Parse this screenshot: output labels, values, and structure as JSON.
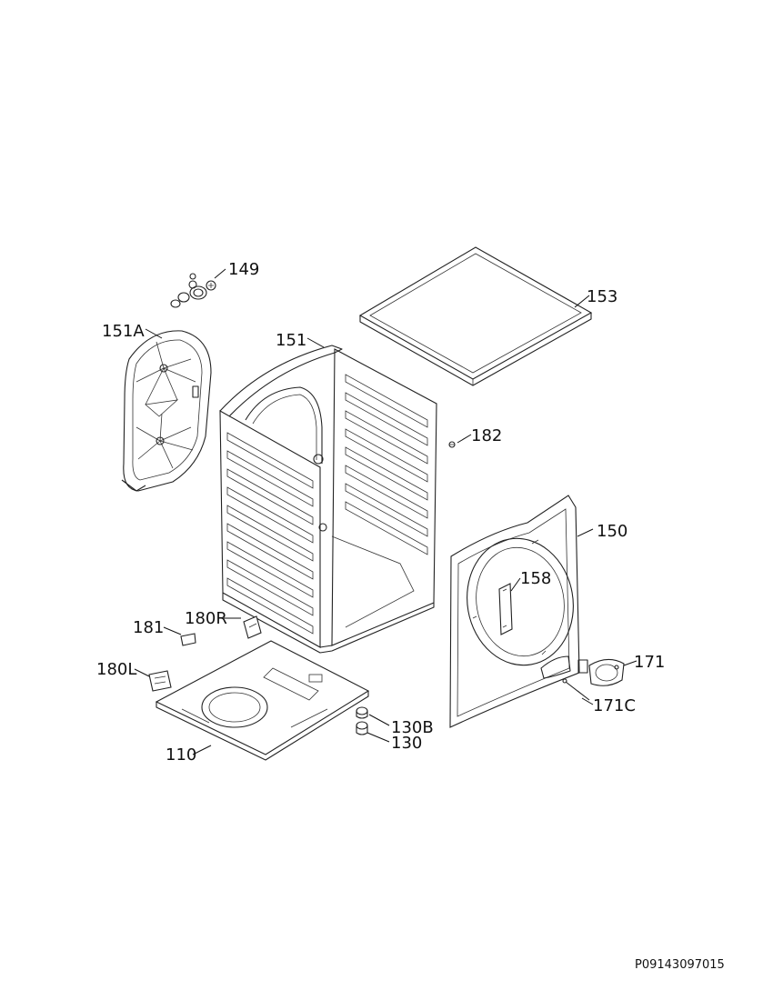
{
  "document_number": "P09143097015",
  "callouts": {
    "p149": "149",
    "p153": "153",
    "p151a": "151A",
    "p151": "151",
    "p182": "182",
    "p150": "150",
    "p158": "158",
    "p181": "181",
    "p180r": "180R",
    "p180l": "180L",
    "p171": "171",
    "p171c": "171C",
    "p130b": "130B",
    "p130": "130",
    "p110": "110"
  }
}
